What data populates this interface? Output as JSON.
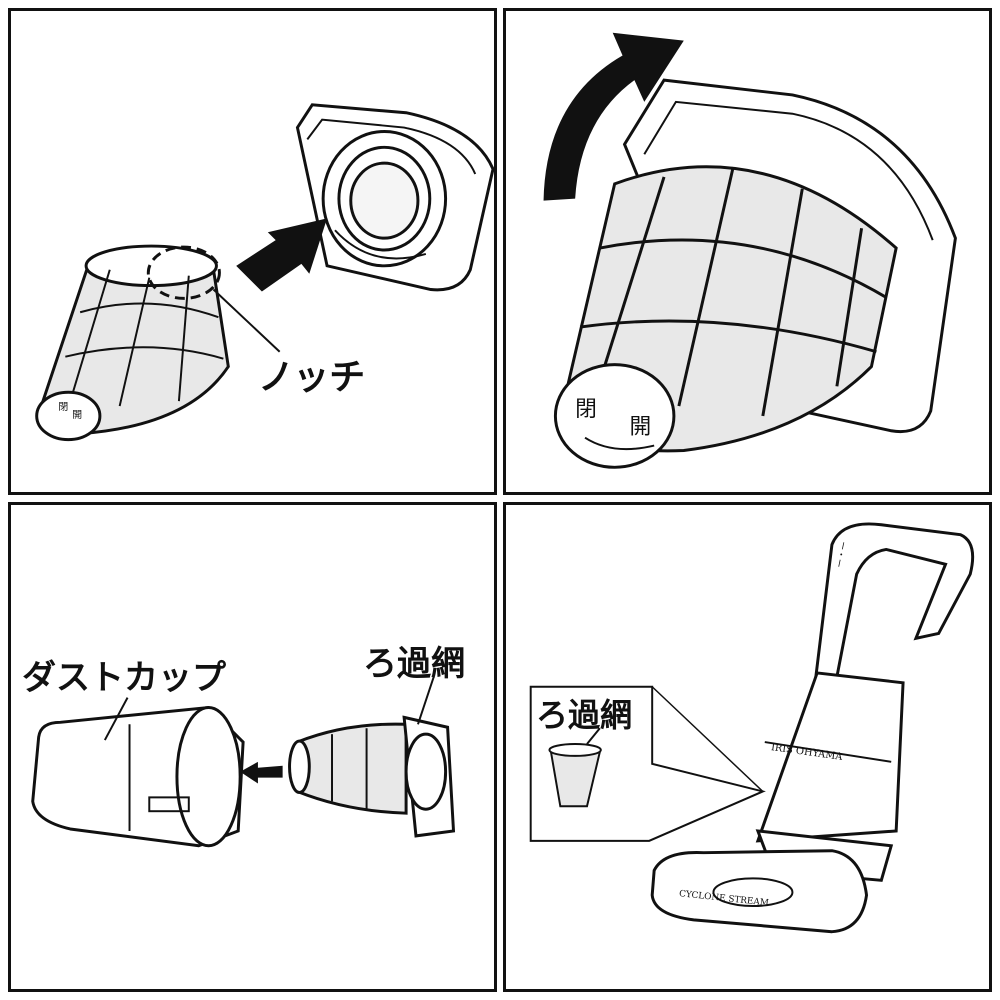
{
  "panels": [
    {
      "id": "step-1",
      "label": "ノッチ",
      "filter_marks": [
        "閉",
        "開"
      ]
    },
    {
      "id": "step-2",
      "filter_marks": [
        "閉",
        "開"
      ]
    },
    {
      "id": "step-3",
      "labels": {
        "dust_cup": "ダストカップ",
        "filter": "ろ過網"
      }
    },
    {
      "id": "step-4",
      "labels": {
        "filter": "ろ過網"
      },
      "product_text": {
        "brand": "IRIS OHYAMA",
        "model": "CYCLONE STREAM"
      }
    }
  ],
  "icons": [
    "push-arrow-icon",
    "rotate-arrow-icon",
    "insert-arrow-icon"
  ],
  "colors": {
    "line": "#111111",
    "mesh": "#e8e8e8",
    "background": "#ffffff"
  }
}
